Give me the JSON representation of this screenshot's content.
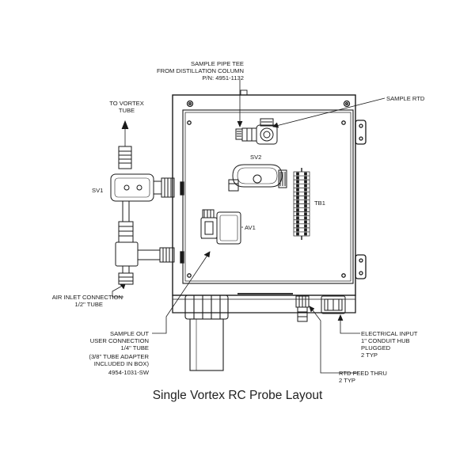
{
  "title": "Single Vortex RC Probe Layout",
  "callouts": {
    "pipe_tee": [
      "SAMPLE PIPE TEE",
      "FROM DISTILLATION COLUMN",
      "P/N: 4951-1132"
    ],
    "sample_rtd": [
      "SAMPLE RTD"
    ],
    "to_vortex": [
      "TO VORTEX",
      "TUBE"
    ],
    "sv1": [
      "SV1"
    ],
    "sv2": [
      "SV2"
    ],
    "tb1": [
      "TB1"
    ],
    "av1": [
      "AV1"
    ],
    "air_inlet": [
      "AIR INLET CONNECTION",
      "1/2\" TUBE"
    ],
    "sample_out": [
      "SAMPLE OUT",
      "USER CONNECTION",
      "1/4\" TUBE",
      "(3/8\" TUBE ADAPTER",
      "INCLUDED IN BOX)",
      "4954-1031-SW"
    ],
    "electrical_input": [
      "ELECTRICAL INPUT",
      "1\" CONDUIT HUB",
      "PLUGGED",
      "2 TYP"
    ],
    "rtd_feed": [
      "RTD FEED THRU",
      "2 TYP"
    ]
  }
}
